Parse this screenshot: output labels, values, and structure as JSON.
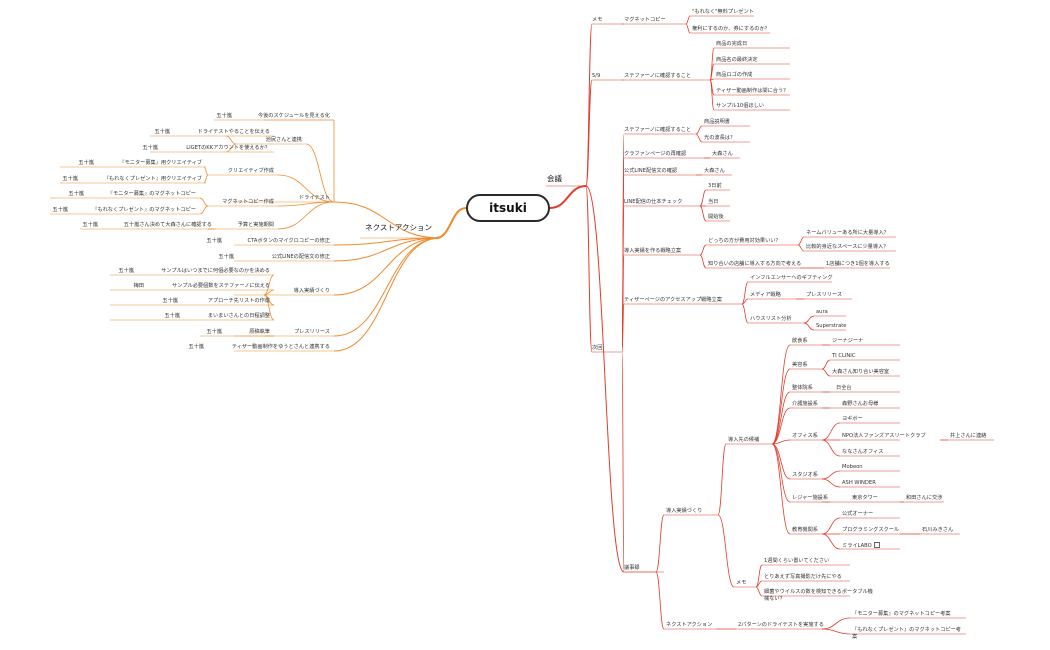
{
  "title": "itsuki",
  "colors": {
    "right_branch": "#e23c2c",
    "left_branch": "#f08a2c",
    "underline": "#bdbdbd"
  },
  "right": {
    "label": "会議",
    "children": [
      {
        "label": "メモ",
        "children": [
          {
            "label": "マグネットコピー",
            "children": [
              {
                "label": "\"もれなく\"無料プレゼント"
              },
              {
                "label": "権利にするのか、券にするのか？"
              }
            ]
          }
        ]
      },
      {
        "label": "5/9",
        "children": [
          {
            "label": "ステファーノに確認すること",
            "children": [
              {
                "label": "商品の完成日"
              },
              {
                "label": "商品名の最終決定"
              },
              {
                "label": "商品ロゴの作成"
              },
              {
                "label": "ティザー動画制作は間に合う？"
              },
              {
                "label": "サンプル10個ほしい"
              }
            ]
          }
        ]
      },
      {
        "label": "次回",
        "children": [
          {
            "label": "ステファーノに確認すること",
            "children": [
              {
                "label": "商品説明書"
              },
              {
                "label": "光の波長は？"
              }
            ]
          },
          {
            "label": "クラファンページの再確認",
            "children": [
              {
                "label": "大森さん"
              }
            ]
          },
          {
            "label": "公式LINE配信文の確認",
            "children": [
              {
                "label": "大森さん"
              }
            ]
          },
          {
            "label": "LINE配信の仕本チェック",
            "children": [
              {
                "label": "3日前"
              },
              {
                "label": "当日"
              },
              {
                "label": "開始後"
              }
            ]
          },
          {
            "label": "導入実績を作る戦略立案",
            "children": [
              {
                "label": "どっちの方が費用対効果いい？",
                "children": [
                  {
                    "label": "ネームバリューある所に大量導入？"
                  },
                  {
                    "label": "比較的身近なスペースに少量導入？"
                  }
                ]
              },
              {
                "label": "知り合いの店舗に導入する方向で考える",
                "children": [
                  {
                    "label": "1店舗につき1個を導入する"
                  }
                ]
              }
            ]
          },
          {
            "label": "ティザーページのアクセスアップ戦略立案",
            "children": [
              {
                "label": "インフルエンサーへのギフティング"
              },
              {
                "label": "メディア戦略",
                "children": [
                  {
                    "label": "プレスリリース"
                  }
                ]
              },
              {
                "label": "ハウスリスト分析",
                "children": [
                  {
                    "label": "aura"
                  },
                  {
                    "label": "Superstrate"
                  }
                ]
              }
            ]
          }
        ]
      },
      {
        "label": "議事録",
        "children": [
          {
            "label": "導入実績づくり",
            "children": [
              {
                "label": "導入先の候補",
                "children": [
                  {
                    "label": "飲食系",
                    "children": [
                      {
                        "label": "ジーナジーナ"
                      }
                    ]
                  },
                  {
                    "label": "美容系",
                    "children": [
                      {
                        "label": "TI CLINIC"
                      },
                      {
                        "label": "大森さん知り合い美容室"
                      }
                    ]
                  },
                  {
                    "label": "整体院系",
                    "children": [
                      {
                        "label": "日全台"
                      }
                    ]
                  },
                  {
                    "label": "介護施設系",
                    "children": [
                      {
                        "label": "森野さんお母様"
                      }
                    ]
                  },
                  {
                    "label": "オフィス系",
                    "children": [
                      {
                        "label": "ヨギボー"
                      },
                      {
                        "label": "NPO法人ファンズアスリートクラブ",
                        "children": [
                          {
                            "label": "井上さんに連絡"
                          }
                        ]
                      },
                      {
                        "label": "ななさんオフィス"
                      }
                    ]
                  },
                  {
                    "label": "スタジオ系",
                    "children": [
                      {
                        "label": "Mobeon"
                      },
                      {
                        "label": "ASH WINDER"
                      }
                    ]
                  },
                  {
                    "label": "レジャー施設系",
                    "children": [
                      {
                        "label": "東京タワー",
                        "children": [
                          {
                            "label": "和田さんに交渉"
                          }
                        ]
                      }
                    ]
                  },
                  {
                    "label": "教育機関系",
                    "children": [
                      {
                        "label": "公式オーナー"
                      },
                      {
                        "label": "プログラミングスクール",
                        "children": [
                          {
                            "label": "石川みきさん"
                          }
                        ]
                      },
                      {
                        "label": "ミライLABO"
                      }
                    ]
                  }
                ]
              },
              {
                "label": "メモ",
                "children": [
                  {
                    "label": "1週間くらい置いてください"
                  },
                  {
                    "label": "とりあえず写真撮影だけ先にやる"
                  },
                  {
                    "label": "細菌やウイルスの数を検知できるポータブル機",
                    "extra": "械ない？"
                  }
                ]
              }
            ]
          },
          {
            "label": "ネクストアクション",
            "children": [
              {
                "label": "2パターンのドライテストを実施する",
                "children": [
                  {
                    "label": "『モニター募集』のマグネットコピー考案"
                  },
                  {
                    "label": "『もれなくプレゼント』のマグネットコピー考",
                    "extra": "案"
                  }
                ]
              }
            ]
          }
        ]
      }
    ]
  },
  "left": {
    "label": "ネクストアクション",
    "children": [
      {
        "label": "ドライテスト",
        "children": [
          {
            "label": "今後のスケジュールを見える化",
            "assignee": "五十嵐"
          },
          {
            "label": "池尻さんと連携",
            "children": [
              {
                "label": "ドライテストやることを伝える",
                "assignee": "五十嵐"
              },
              {
                "label": "LIGETのKKアカウントを使えるか？",
                "assignee": "五十嵐"
              }
            ]
          },
          {
            "label": "クリエイティブ作成",
            "children": [
              {
                "label": "『モニター募集』用クリエイティブ",
                "assignee": "五十嵐"
              },
              {
                "label": "『もれなくプレゼント』用クリエイティブ",
                "assignee": "五十嵐"
              }
            ]
          },
          {
            "label": "マグネットコピー作成",
            "children": [
              {
                "label": "『モニター募集』のマグネットコピー",
                "assignee": "五十嵐"
              },
              {
                "label": "『もれなくプレゼント』のマグネットコピー",
                "assignee": "五十嵐"
              }
            ]
          },
          {
            "label": "予算と実施期間",
            "children": [
              {
                "label": "五十嵐さん決めて大森さんに確認する",
                "assignee": "五十嵐"
              }
            ]
          }
        ]
      },
      {
        "label": "CTAボタンのマイクロコピーの修正",
        "assignee": "五十嵐"
      },
      {
        "label": "公式LINEの配信文の修正",
        "assignee": "五十嵐"
      },
      {
        "label": "導入実績づくり",
        "children": [
          {
            "label": "サンプルはいつまでに何個必要なのかを決める",
            "assignee": "五十嵐"
          },
          {
            "label": "サンプル必要個数をステファーノに伝える",
            "assignee": "梅田"
          },
          {
            "label": "アプローチ先リストの作成",
            "assignee": "五十嵐"
          },
          {
            "label": "まいまいさんとの日程調整",
            "assignee": "五十嵐"
          }
        ]
      },
      {
        "label": "プレスリリース",
        "children": [
          {
            "label": "原稿執筆",
            "assignee": "五十嵐"
          }
        ]
      },
      {
        "label": "ティザー動画制作をゆうとさんと連携する",
        "assignee": "五十嵐"
      }
    ]
  }
}
